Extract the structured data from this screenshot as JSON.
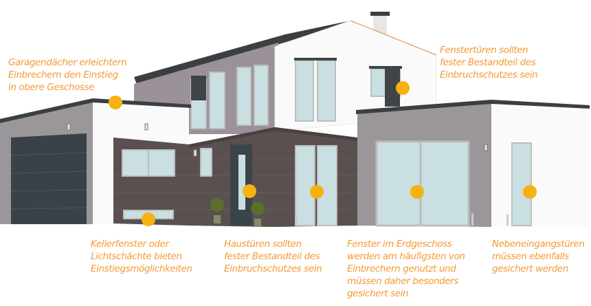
{
  "colors": {
    "accent": "#f39a34",
    "marker": "#f7b20f"
  },
  "annotations": [
    {
      "id": "garage-roof",
      "lines": [
        "Garagendächer erleichtern",
        "Einbrechern den Einstieg",
        "in obere Geschosse"
      ]
    },
    {
      "id": "balcony-doors",
      "lines": [
        "Fenstertüren sollten",
        "fester Bestandteil des",
        "Einbruchschutzes sein"
      ]
    },
    {
      "id": "basement-windows",
      "lines": [
        "Kellerfenster oder",
        "Lichtschächte bieten",
        "Einstiegsmöglichkeiten"
      ]
    },
    {
      "id": "front-doors",
      "lines": [
        "Haustüren sollten",
        "fester Bestandteil des",
        "Einbruchschutzes sein"
      ]
    },
    {
      "id": "ground-floor-windows",
      "lines": [
        "Fenster im Erdgeschoss",
        "werden am häufigsten von",
        "Einbrechern genutzt und",
        "müssen daher besonders",
        "gesichert sein"
      ]
    },
    {
      "id": "side-doors",
      "lines": [
        "Nebeneingangstüren",
        "müssen ebenfalls",
        "gesichert werden"
      ]
    }
  ]
}
